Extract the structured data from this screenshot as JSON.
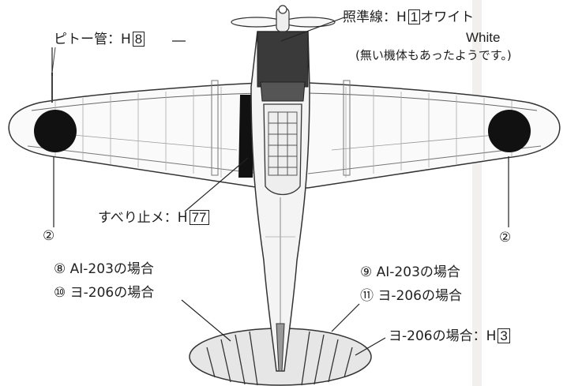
{
  "labels": {
    "pitot": {
      "text": "ピトー管：H",
      "box": "8"
    },
    "sight_line": {
      "text": "照準線：H",
      "box": "1",
      "suffix": "オワイト"
    },
    "white": "White",
    "note": "(無い機体もあったようです。)",
    "antislip": {
      "text": "すべり止メ：H",
      "box": "77"
    },
    "tail": {
      "text": "ヨ-206の場合：H",
      "box": "3"
    }
  },
  "markers": {
    "left_wing": "②",
    "right_wing": "②",
    "m8": "⑧",
    "m8_text": "AI-203の場合",
    "m10": "⑩",
    "m10_text": "ヨ-206の場合",
    "m9": "⑨",
    "m9_text": "AI-203の場合",
    "m11": "⑪",
    "m11_text": "ヨ-206の場合"
  }
}
